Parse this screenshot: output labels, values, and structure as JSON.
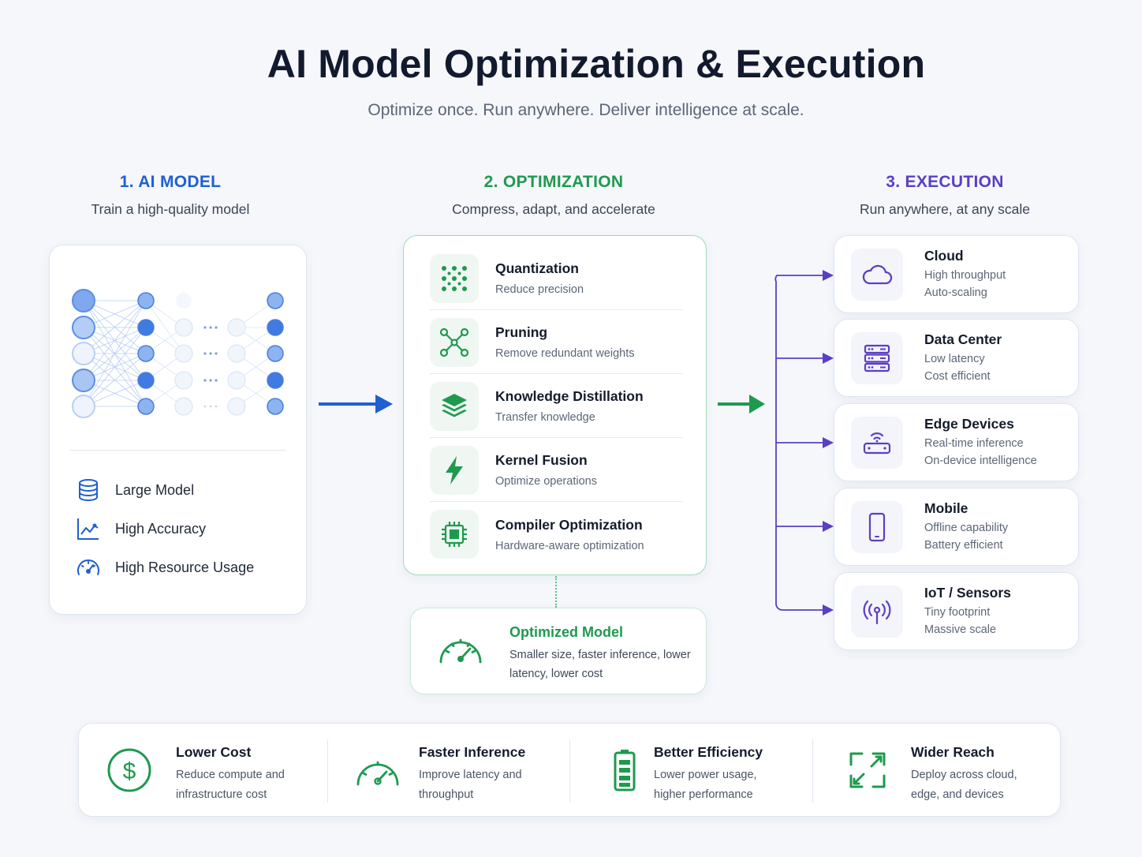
{
  "header": {
    "title": "AI Model Optimization & Execution",
    "subtitle": "Optimize once. Run anywhere. Deliver intelligence at scale."
  },
  "colors": {
    "model": "#1f5fd1",
    "optimization": "#1e9a4e",
    "execution": "#5b3fc4"
  },
  "model": {
    "heading": "1. AI MODEL",
    "subheading": "Train a high-quality model",
    "features": [
      {
        "icon": "database-icon",
        "label": "Large Model"
      },
      {
        "icon": "chart-line-icon",
        "label": "High Accuracy"
      },
      {
        "icon": "gauge-icon",
        "label": "High Resource Usage"
      }
    ]
  },
  "optimization": {
    "heading": "2. OPTIMIZATION",
    "subheading": "Compress, adapt, and accelerate",
    "techniques": [
      {
        "icon": "dot-grid-icon",
        "name": "Quantization",
        "desc": "Reduce precision"
      },
      {
        "icon": "network-nodes-icon",
        "name": "Pruning",
        "desc": "Remove redundant weights"
      },
      {
        "icon": "layers-icon",
        "name": "Knowledge Distillation",
        "desc": "Transfer knowledge"
      },
      {
        "icon": "lightning-icon",
        "name": "Kernel Fusion",
        "desc": "Optimize operations"
      },
      {
        "icon": "chip-icon",
        "name": "Compiler Optimization",
        "desc": "Hardware-aware optimization"
      }
    ],
    "result": {
      "icon": "speedometer-icon",
      "title": "Optimized Model",
      "desc": "Smaller size, faster inference, lower latency, lower cost"
    }
  },
  "execution": {
    "heading": "3. EXECUTION",
    "subheading": "Run anywhere, at any scale",
    "targets": [
      {
        "icon": "cloud-icon",
        "name": "Cloud",
        "d1": "High throughput",
        "d2": "Auto-scaling"
      },
      {
        "icon": "server-rack-icon",
        "name": "Data Center",
        "d1": "Low latency",
        "d2": "Cost efficient"
      },
      {
        "icon": "router-icon",
        "name": "Edge Devices",
        "d1": "Real-time inference",
        "d2": "On-device intelligence"
      },
      {
        "icon": "smartphone-icon",
        "name": "Mobile",
        "d1": "Offline capability",
        "d2": "Battery efficient"
      },
      {
        "icon": "antenna-icon",
        "name": "IoT / Sensors",
        "d1": "Tiny footprint",
        "d2": "Massive scale"
      }
    ]
  },
  "benefits": [
    {
      "icon": "dollar-icon",
      "name": "Lower Cost",
      "desc": "Reduce compute and infrastructure cost"
    },
    {
      "icon": "speedometer-icon",
      "name": "Faster Inference",
      "desc": "Improve latency and throughput"
    },
    {
      "icon": "battery-icon",
      "name": "Better Efficiency",
      "desc": "Lower power usage, higher performance"
    },
    {
      "icon": "expand-arrows-icon",
      "name": "Wider Reach",
      "desc": "Deploy across cloud, edge, and devices"
    }
  ]
}
